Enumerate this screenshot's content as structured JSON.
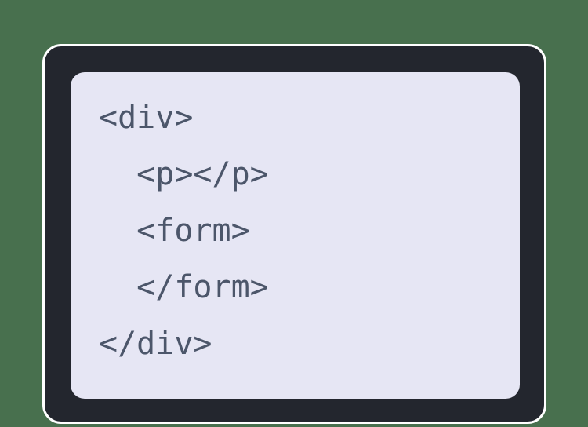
{
  "scene": {
    "description": "Illustration of a device screen displaying nested HTML code",
    "language": "html"
  },
  "colors": {
    "background_green": "#48704E",
    "frame_dark": "#23262E",
    "frame_outline_white": "#FFFFFF",
    "screen_lavender": "#E6E6F4",
    "code_text_slate": "#4C566A"
  },
  "code": {
    "lines": [
      "<div>",
      "  <p></p>",
      "  <form>",
      "  </form>",
      "</div>"
    ]
  }
}
